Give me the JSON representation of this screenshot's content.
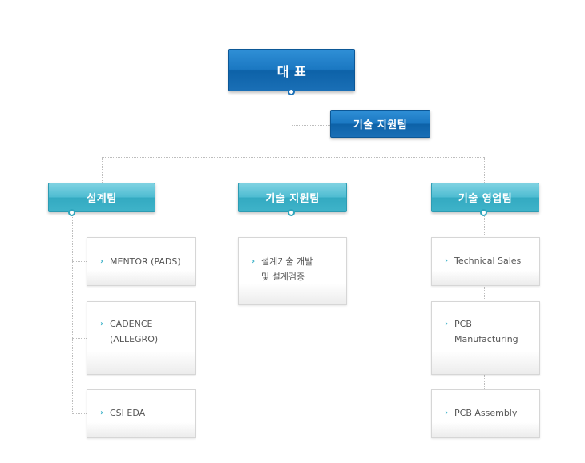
{
  "ceo": {
    "label": "대 표"
  },
  "tech_support_staff": {
    "label": "기술 지원팀"
  },
  "teams": [
    {
      "label": "설계팀",
      "items": [
        "MENTOR (PADS)",
        "CADENCE\n(ALLEGRO)",
        "CSI EDA"
      ]
    },
    {
      "label": "기술 지원팀",
      "items": [
        "설계기술 개발\n및 설계검증"
      ]
    },
    {
      "label": "기술 영업팀",
      "items": [
        "Technical Sales",
        "PCB\nManufacturing",
        "PCB Assembly"
      ]
    }
  ],
  "colors": {
    "primary": "#1a6fb6",
    "secondary": "#3fb3c9",
    "card_text": "#555555",
    "connector": "#bdbdbd"
  },
  "icons": {
    "item_marker": "chevron-right-icon"
  },
  "glyphs": {
    "chevron": "›"
  }
}
